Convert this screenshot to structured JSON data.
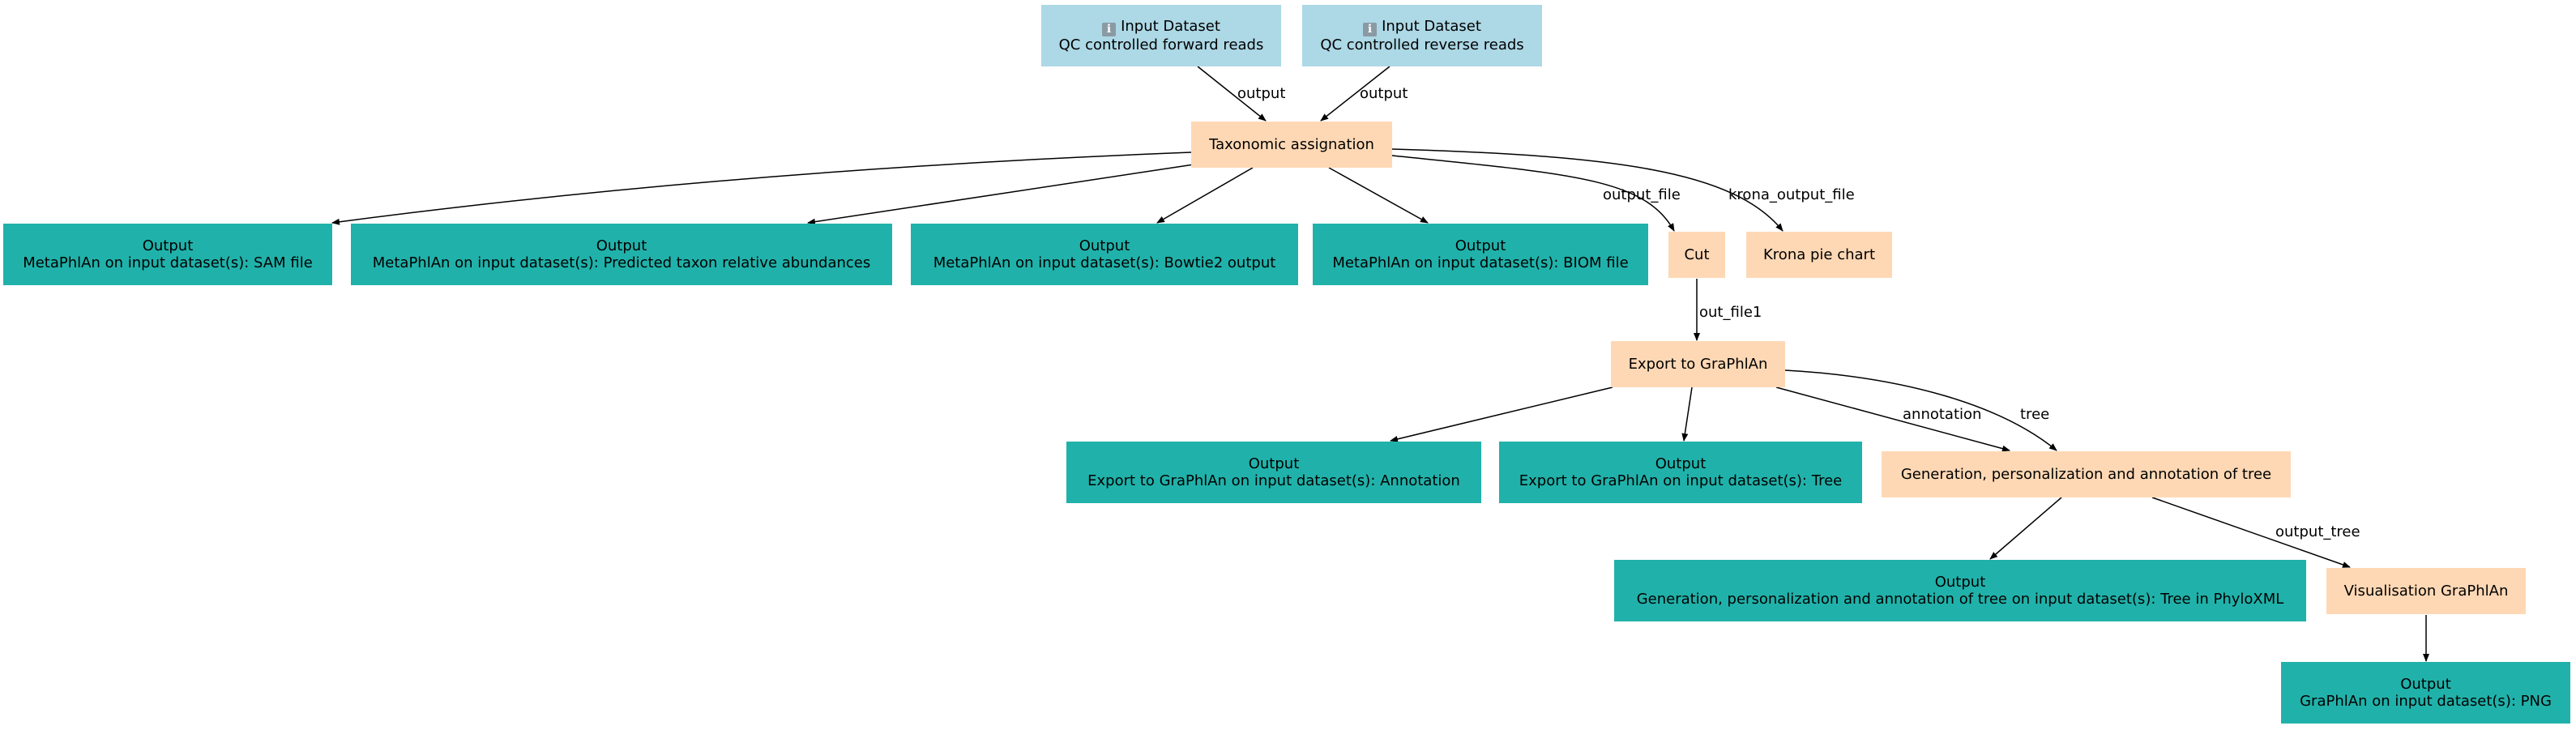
{
  "colors": {
    "input": "#add8e6",
    "tool": "#fed8b5",
    "output": "#20b2aa",
    "edge": "#000000"
  },
  "icons": {
    "input_icon": "info-icon"
  },
  "nodes": {
    "input_forward": {
      "icon_glyph": "ℹ",
      "title": "Input Dataset",
      "subtitle": "QC controlled forward reads"
    },
    "input_reverse": {
      "icon_glyph": "ℹ",
      "title": "Input Dataset",
      "subtitle": "QC controlled reverse reads"
    },
    "taxonomic_assignation": {
      "label": "Taxonomic assignation"
    },
    "out_sam": {
      "title": "Output",
      "subtitle": "MetaPhlAn on input dataset(s): SAM file"
    },
    "out_taxon": {
      "title": "Output",
      "subtitle": "MetaPhlAn on input dataset(s): Predicted taxon relative abundances"
    },
    "out_bowtie": {
      "title": "Output",
      "subtitle": "MetaPhlAn on input dataset(s): Bowtie2 output"
    },
    "out_biom": {
      "title": "Output",
      "subtitle": "MetaPhlAn on input dataset(s): BIOM file"
    },
    "cut": {
      "label": "Cut"
    },
    "krona": {
      "label": "Krona pie chart"
    },
    "export_graphlan": {
      "label": "Export to GraPhlAn"
    },
    "out_annotation": {
      "title": "Output",
      "subtitle": "Export to GraPhlAn on input dataset(s): Annotation"
    },
    "out_tree": {
      "title": "Output",
      "subtitle": "Export to GraPhlAn on input dataset(s): Tree"
    },
    "generation": {
      "label": "Generation, personalization and annotation of tree"
    },
    "out_phyloxml": {
      "title": "Output",
      "subtitle": "Generation, personalization and annotation of tree on input dataset(s): Tree in PhyloXML"
    },
    "visualisation": {
      "label": "Visualisation GraPhlAn"
    },
    "out_png": {
      "title": "Output",
      "subtitle": "GraPhlAn on input dataset(s): PNG"
    }
  },
  "edges": [
    {
      "from": "input_forward",
      "to": "taxonomic_assignation",
      "label": "output"
    },
    {
      "from": "input_reverse",
      "to": "taxonomic_assignation",
      "label": "output"
    },
    {
      "from": "taxonomic_assignation",
      "to": "out_sam",
      "label": ""
    },
    {
      "from": "taxonomic_assignation",
      "to": "out_taxon",
      "label": ""
    },
    {
      "from": "taxonomic_assignation",
      "to": "out_bowtie",
      "label": ""
    },
    {
      "from": "taxonomic_assignation",
      "to": "out_biom",
      "label": ""
    },
    {
      "from": "taxonomic_assignation",
      "to": "cut",
      "label": "output_file"
    },
    {
      "from": "taxonomic_assignation",
      "to": "krona",
      "label": "krona_output_file"
    },
    {
      "from": "cut",
      "to": "export_graphlan",
      "label": "out_file1"
    },
    {
      "from": "export_graphlan",
      "to": "out_annotation",
      "label": ""
    },
    {
      "from": "export_graphlan",
      "to": "out_tree",
      "label": ""
    },
    {
      "from": "export_graphlan",
      "to": "generation",
      "label": "annotation"
    },
    {
      "from": "export_graphlan",
      "to": "generation",
      "label": "tree"
    },
    {
      "from": "generation",
      "to": "out_phyloxml",
      "label": ""
    },
    {
      "from": "generation",
      "to": "visualisation",
      "label": "output_tree"
    },
    {
      "from": "visualisation",
      "to": "out_png",
      "label": ""
    }
  ]
}
